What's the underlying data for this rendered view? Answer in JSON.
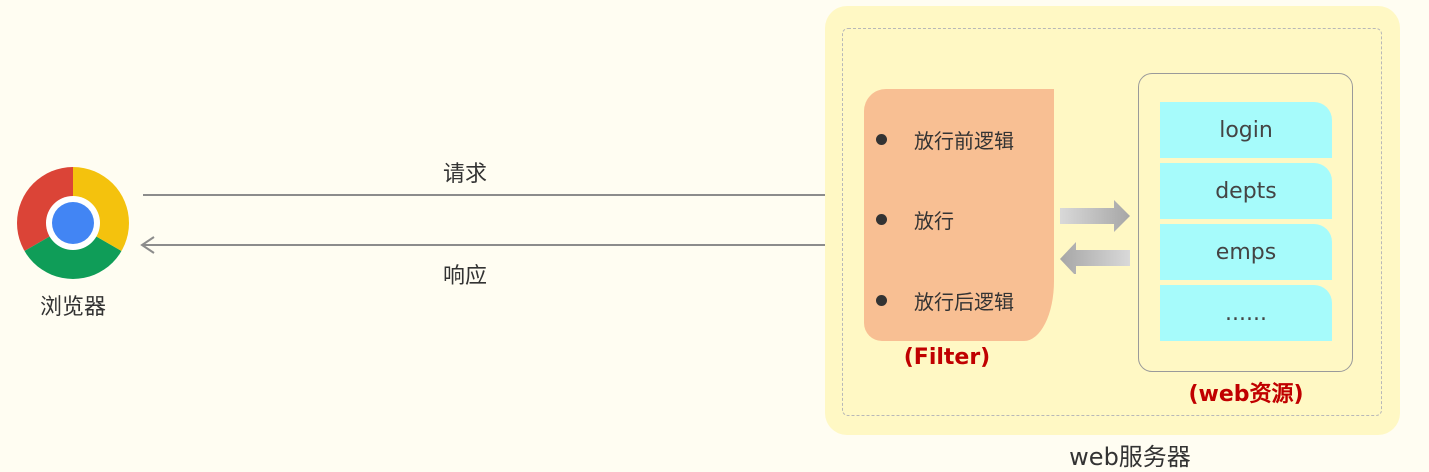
{
  "browser": {
    "label": "浏览器",
    "icon": "chrome-icon",
    "colors": {
      "red": "#db4437",
      "green": "#0f9d58",
      "yellow": "#f4c20d",
      "blue": "#4285f4"
    }
  },
  "flow": {
    "request_label": "请求",
    "response_label": "响应",
    "arrow_color": "#8c8c8c"
  },
  "server": {
    "label": "web服务器",
    "background_color": "#fff8c4",
    "filter": {
      "label": "(Filter)",
      "color": "#f8bf93",
      "items": [
        "放行前逻辑",
        "放行",
        "放行后逻辑"
      ]
    },
    "resources": {
      "label": "(web资源)",
      "color": "#a6fbfb",
      "items": [
        "login",
        "depts",
        "emps",
        "......"
      ]
    }
  }
}
